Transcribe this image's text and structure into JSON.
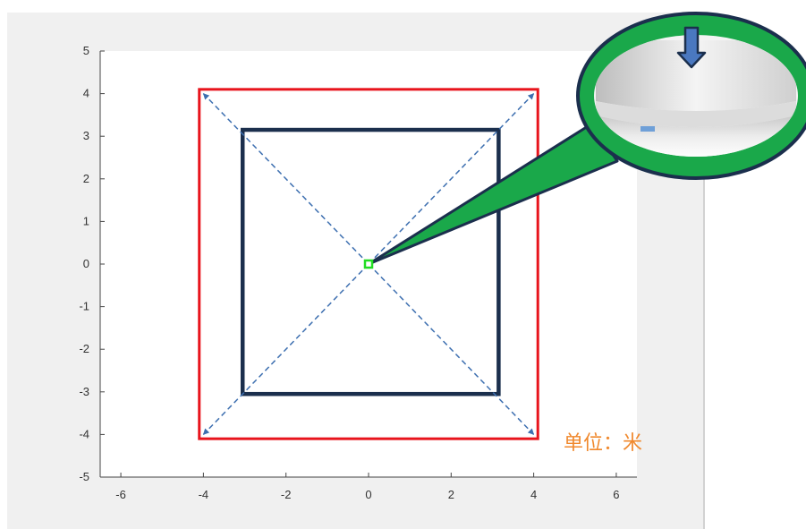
{
  "colors": {
    "outer_square": "#e8141c",
    "inner_square": "#1b2f4d",
    "diagonals": "#3d6fb0",
    "center_marker": "#22dd22",
    "callout_fill": "#1aa84a",
    "callout_stroke": "#1b2f4d",
    "unit_text": "#f0892e",
    "axes": "#444444",
    "device_arrow": "#4a78c0"
  },
  "icons": {
    "callout_device": "ceiling-sensor-photo",
    "device_arrow": "arrow-down-icon"
  },
  "unit_label": "单位：米",
  "chart_data": {
    "type": "scatter",
    "title": "",
    "xlabel": "",
    "ylabel": "",
    "xlim": [
      -6.5,
      6.5
    ],
    "ylim": [
      -5,
      5
    ],
    "x_ticks": [
      -6,
      -4,
      -2,
      0,
      2,
      4,
      6
    ],
    "y_ticks": [
      -5,
      -4,
      -3,
      -2,
      -1,
      0,
      1,
      2,
      3,
      4,
      5
    ],
    "grid": false,
    "shapes": [
      {
        "kind": "square",
        "role": "outer",
        "x": [
          -4.1,
          4.1
        ],
        "y": [
          -4.1,
          4.1
        ]
      },
      {
        "kind": "square",
        "role": "inner",
        "x": [
          -3.05,
          3.15
        ],
        "y": [
          -3.05,
          3.15
        ]
      }
    ],
    "arrows": [
      {
        "from": [
          0,
          0
        ],
        "to": [
          4.0,
          4.0
        ]
      },
      {
        "from": [
          0,
          0
        ],
        "to": [
          -4.0,
          4.0
        ]
      },
      {
        "from": [
          0,
          0
        ],
        "to": [
          4.0,
          -4.0
        ]
      },
      {
        "from": [
          0,
          0
        ],
        "to": [
          -4.0,
          -4.0
        ]
      }
    ],
    "center_point": [
      0,
      0
    ]
  }
}
